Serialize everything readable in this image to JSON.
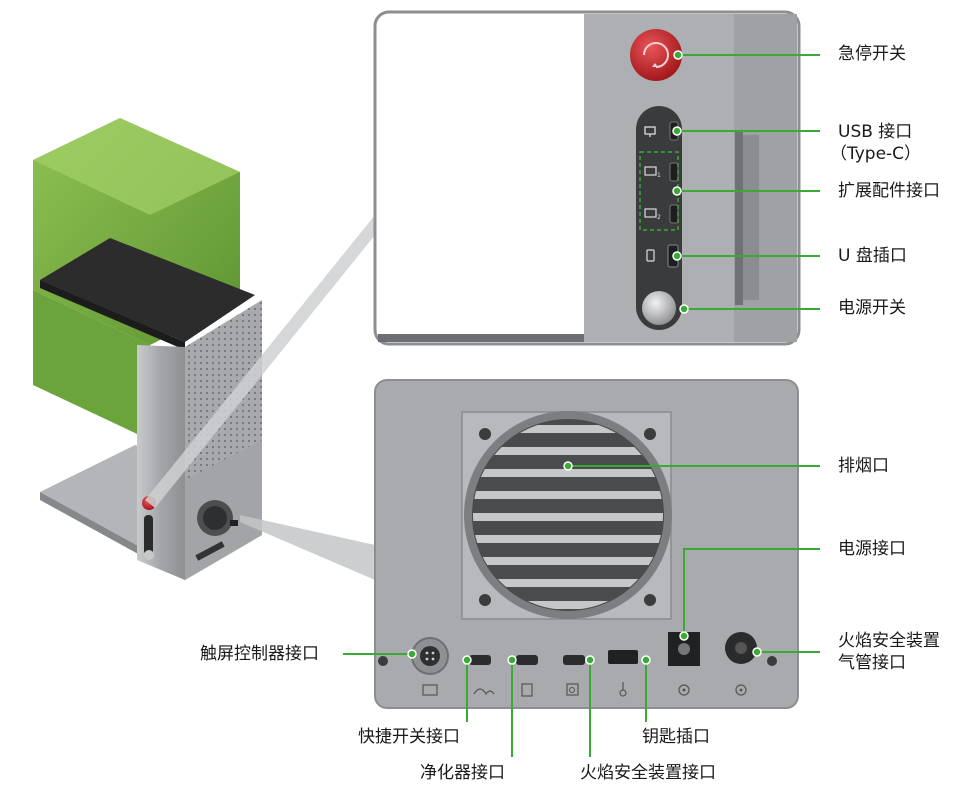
{
  "colors": {
    "callout_line": "#3aaa35",
    "panel_bg": "#a9aaad",
    "panel_border": "#8d8e91",
    "label_text": "#1a1a1a",
    "enclosure_green": "#6fa82f",
    "estop_red": "#c8242a"
  },
  "labels": {
    "emergency_stop": "急停开关",
    "usb_port_line1": "USB 接口",
    "usb_port_line2": "（Type-C）",
    "accessory_port": "扩展配件接口",
    "udisk_slot": "U 盘插口",
    "power_switch": "电源开关",
    "exhaust_port": "排烟口",
    "power_port": "电源接口",
    "flame_air_line1": "火焰安全装置",
    "flame_air_line2": "气管接口",
    "touch_controller_port": "触屏控制器接口",
    "quick_switch_port": "快捷开关接口",
    "purifier_port": "净化器接口",
    "key_slot": "钥匙插口",
    "flame_safety_port": "火焰安全装置接口"
  },
  "icons": [
    "monitor-icon",
    "accessory-1-icon",
    "accessory-2-icon",
    "udisk-icon",
    "touch-screen-icon",
    "quick-switch-icon",
    "purifier-icon",
    "flame-icon",
    "key-icon",
    "power-port-icon",
    "air-tube-icon"
  ]
}
